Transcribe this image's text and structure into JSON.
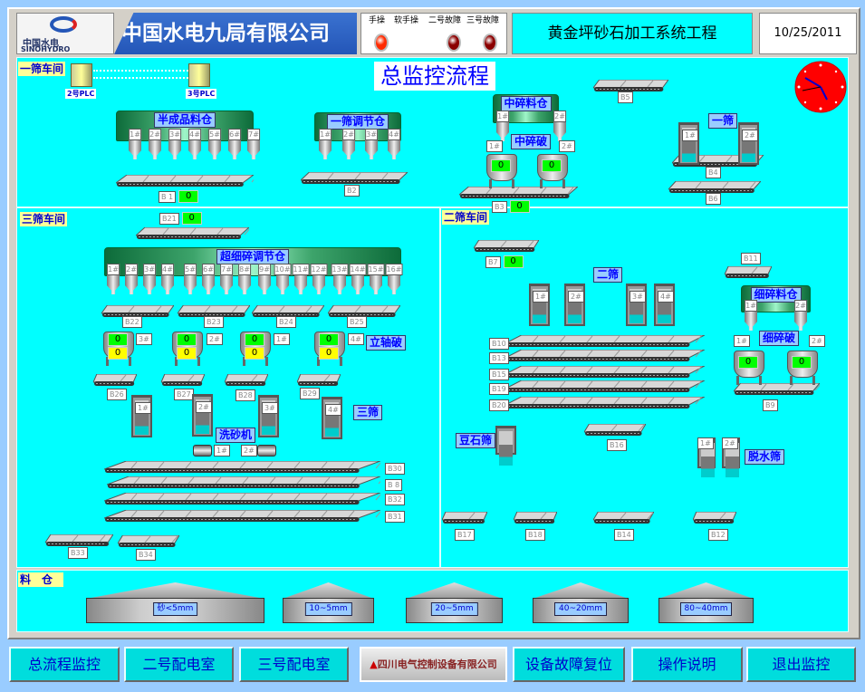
{
  "header": {
    "company": "中国水电九局有限公司",
    "logo_cn": "中国水电",
    "logo_en": "SINOHYDRO",
    "project": "黄金坪砂石加工系统工程",
    "date": "10/25/2011",
    "lamps": [
      {
        "label": "手操",
        "color": "#ff2a00"
      },
      {
        "label": "软手操",
        "color": null
      },
      {
        "label": "二号故障",
        "color": "#8b0000"
      },
      {
        "label": "三号故障",
        "color": "#8b0000"
      }
    ]
  },
  "title": "总监控流程",
  "sections": {
    "s1": "一筛车间",
    "s3": "三筛车间",
    "s2": "二筛车间",
    "silos": "料　仓"
  },
  "plc": [
    "2号PLC",
    "3号PLC"
  ],
  "bins": [
    {
      "name": "半成品料仓",
      "ports": [
        "1#",
        "2#",
        "3#",
        "4#",
        "5#",
        "6#",
        "7#"
      ]
    },
    {
      "name": "一筛调节仓",
      "ports": [
        "1#",
        "2#",
        "3#",
        "4#"
      ]
    },
    {
      "name": "中碎料仓",
      "ports": [
        "1#",
        "2#"
      ]
    },
    {
      "name": "超细碎调节仓",
      "ports": [
        "1#",
        "2#",
        "3#",
        "4#",
        "5#",
        "6#",
        "7#",
        "8#",
        "9#",
        "10#",
        "11#",
        "12#",
        "13#",
        "14#",
        "15#",
        "16#"
      ]
    },
    {
      "name": "细碎料仓",
      "ports": [
        "1#",
        "2#"
      ]
    }
  ],
  "crusher_groups": [
    {
      "name": "中碎破",
      "units": [
        {
          "id": "1#",
          "value": "0"
        },
        {
          "id": "2#",
          "value": "0"
        }
      ]
    },
    {
      "name": "立轴破",
      "units": [
        {
          "id": "3#",
          "value": "0",
          "value2": "0"
        },
        {
          "id": "2#",
          "value": "0",
          "value2": "0"
        },
        {
          "id": "1#",
          "value": "0",
          "value2": "0"
        },
        {
          "id": "4#",
          "value": "0",
          "value2": "0"
        }
      ]
    },
    {
      "name": "细碎破",
      "units": [
        {
          "id": "1#",
          "value": "0"
        },
        {
          "id": "2#",
          "value": "0"
        }
      ]
    }
  ],
  "screen_groups": [
    {
      "name": "一筛",
      "units": [
        "1#",
        "2#"
      ]
    },
    {
      "name": "三筛",
      "units": [
        "1#",
        "2#",
        "3#",
        "4#"
      ]
    },
    {
      "name": "二筛",
      "units": [
        "1#",
        "2#",
        "3#",
        "4#"
      ]
    },
    {
      "name": "豆石筛",
      "units": [
        ""
      ]
    },
    {
      "name": "脱水筛",
      "units": [
        "1#",
        "2#"
      ]
    }
  ],
  "washer": {
    "name": "洗砂机",
    "units": [
      "1#",
      "2#"
    ]
  },
  "conveyors": [
    {
      "label": "B 1",
      "value": "0"
    },
    {
      "label": "B2"
    },
    {
      "label": "B5"
    },
    {
      "label": "B3",
      "value": "0"
    },
    {
      "label": "B4"
    },
    {
      "label": "B6"
    },
    {
      "label": "B21",
      "value": "0"
    },
    {
      "label": "B22"
    },
    {
      "label": "B23"
    },
    {
      "label": "B24"
    },
    {
      "label": "B25"
    },
    {
      "label": "B26"
    },
    {
      "label": "B27"
    },
    {
      "label": "B28"
    },
    {
      "label": "B29"
    },
    {
      "label": "B30"
    },
    {
      "label": "B 8"
    },
    {
      "label": "B32"
    },
    {
      "label": "B31"
    },
    {
      "label": "B33"
    },
    {
      "label": "B34"
    },
    {
      "label": "B7",
      "value": "0"
    },
    {
      "label": "B10"
    },
    {
      "label": "B13"
    },
    {
      "label": "B15"
    },
    {
      "label": "B19"
    },
    {
      "label": "B20"
    },
    {
      "label": "B11"
    },
    {
      "label": "B9"
    },
    {
      "label": "B16"
    },
    {
      "label": "B17"
    },
    {
      "label": "B18"
    },
    {
      "label": "B14"
    },
    {
      "label": "B12"
    }
  ],
  "silos": [
    "砂<5mm",
    "10~5mm",
    "20~5mm",
    "40~20mm",
    "80~40mm"
  ],
  "buttons": [
    "总流程监控",
    "二号配电室",
    "三号配电室",
    "设备故障复位",
    "操作说明",
    "退出监控"
  ],
  "vendor_logo": "四川电气控制设备有限公司",
  "colors": {
    "panel": "#00ffff",
    "running_value": "#00ff00",
    "secondary_value": "#ffff00",
    "label_bg": "#99ccff"
  }
}
